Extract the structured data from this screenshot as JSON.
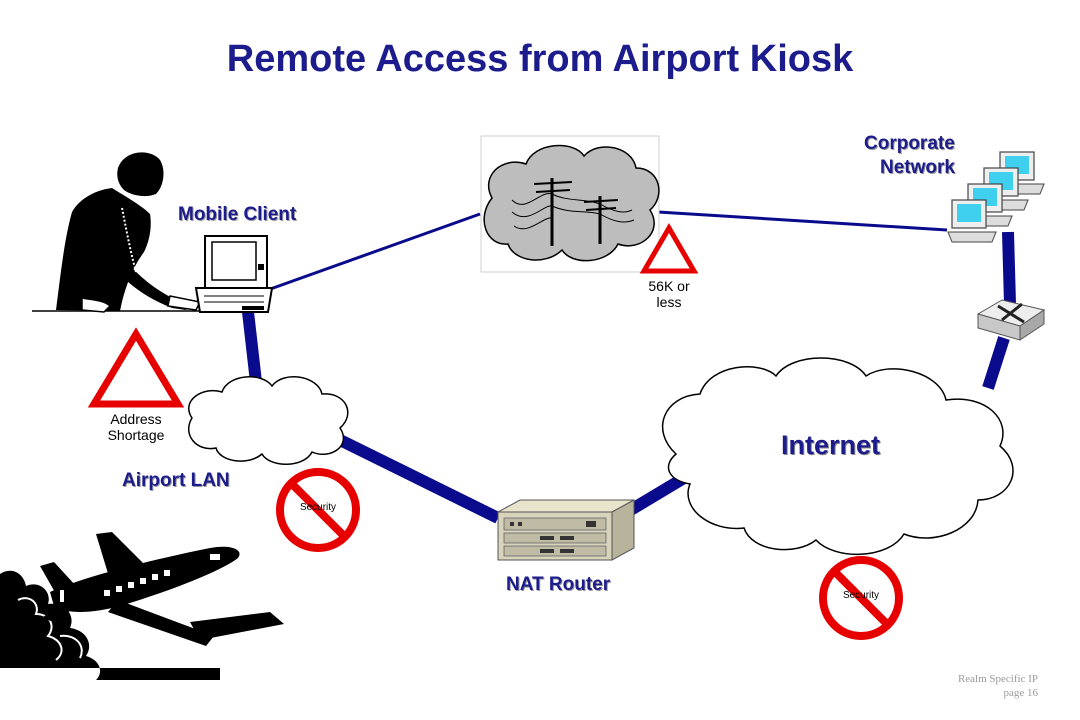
{
  "title": "Remote Access from Airport Kiosk",
  "labels": {
    "mobile_client": "Mobile Client",
    "corporate_network_line1": "Corporate",
    "corporate_network_line2": "Network",
    "airport_lan": "Airport LAN",
    "nat_router": "NAT Router",
    "internet": "Internet"
  },
  "warnings": {
    "address_line1": "Address",
    "address_line2": "Shortage",
    "speed_line1": "56K or",
    "speed_line2": "less"
  },
  "security_badge": "Security",
  "footer": {
    "line1": "Realm Specific IP",
    "line2": "page 16"
  },
  "colors": {
    "title": "#1c1c8c",
    "link": "#0a0a8c",
    "warning_triangle": "#e60000",
    "no_sign": "#e60000",
    "phone_cloud": "#bdbdbd",
    "monitor_screen": "#3fd0ef"
  }
}
